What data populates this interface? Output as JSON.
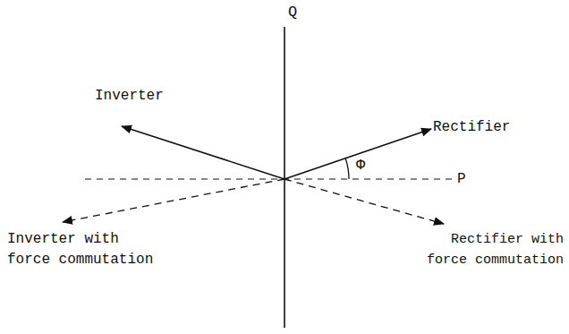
{
  "diagram": {
    "labels": [
      "Q",
      "Inverter",
      "Rectifier",
      "Φ",
      "P",
      "Inverter with force commutation",
      "Rectifier with force commutation"
    ]
  }
}
